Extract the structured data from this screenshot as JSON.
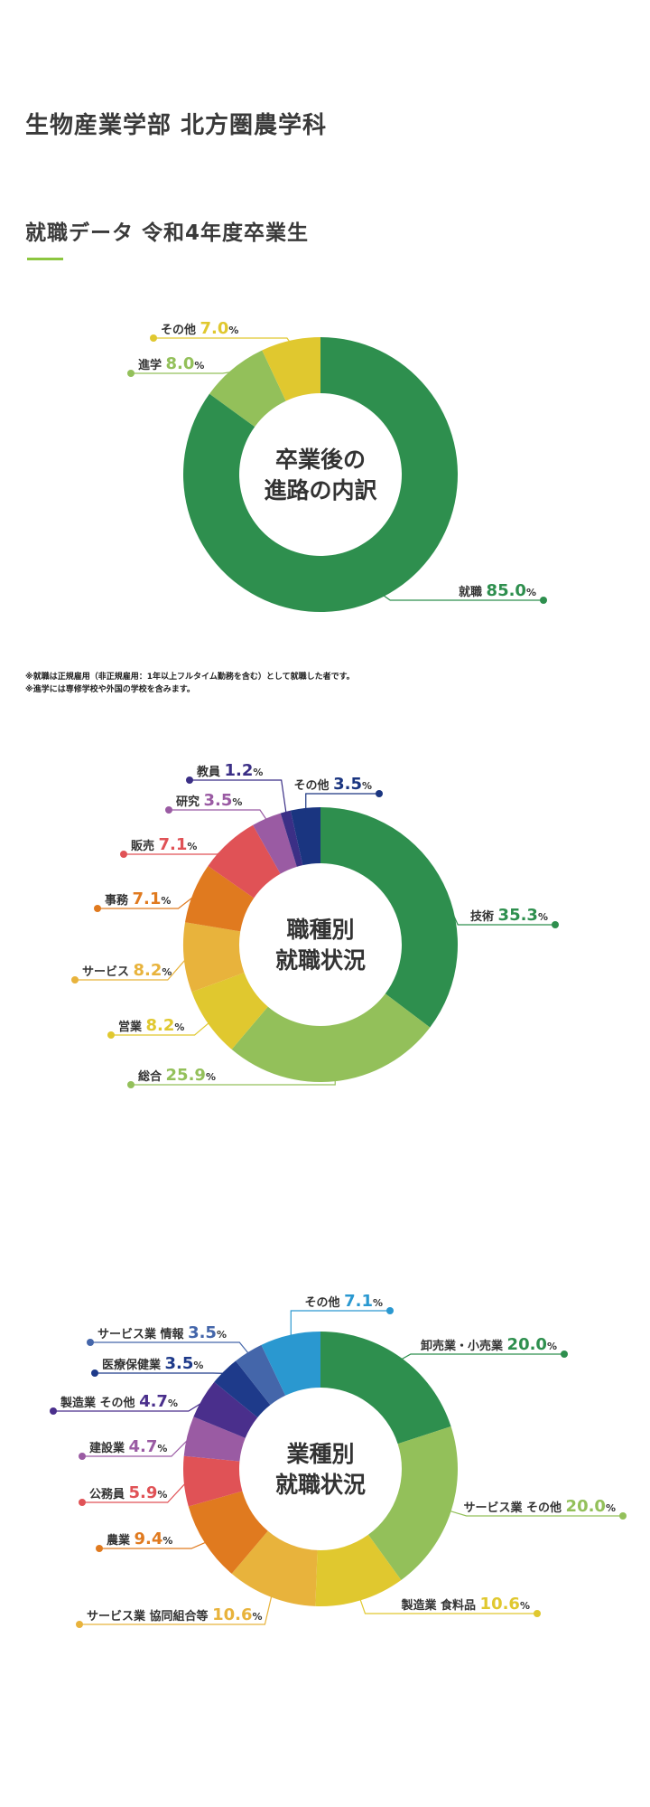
{
  "page_title": "生物産業学部 北方圏農学科",
  "section_title": "就職データ 令和4年度卒業生",
  "notes": [
    "※就職は正規雇用（非正規雇用：1年以上フルタイム勤務を含む）として就職した者です。",
    "※進学には専修学校や外国の学校を含みます。"
  ],
  "colors": {
    "accent_green": "#8cc63f"
  },
  "chart_data": [
    {
      "type": "pie",
      "center_label": [
        "卒業後の",
        "進路の内訳"
      ],
      "unit": "%",
      "slices": [
        {
          "label": "就職",
          "value": 85.0,
          "display": "85.0",
          "color": "#2e8f4e"
        },
        {
          "label": "進学",
          "value": 8.0,
          "display": "8.0",
          "color": "#93c05a"
        },
        {
          "label": "その他",
          "value": 7.0,
          "display": "7.0",
          "color": "#e0c82f"
        }
      ]
    },
    {
      "type": "pie",
      "center_label": [
        "職種別",
        "就職状況"
      ],
      "unit": "%",
      "slices": [
        {
          "label": "技術",
          "value": 35.3,
          "display": "35.3",
          "color": "#2e8f4e"
        },
        {
          "label": "総合",
          "value": 25.9,
          "display": "25.9",
          "color": "#93c05a"
        },
        {
          "label": "営業",
          "value": 8.2,
          "display": "8.2",
          "color": "#e0c82f"
        },
        {
          "label": "サービス",
          "value": 8.2,
          "display": "8.2",
          "color": "#e8b33c"
        },
        {
          "label": "事務",
          "value": 7.1,
          "display": "7.1",
          "color": "#e07a1f"
        },
        {
          "label": "販売",
          "value": 7.1,
          "display": "7.1",
          "color": "#e05256"
        },
        {
          "label": "研究",
          "value": 3.5,
          "display": "3.5",
          "color": "#9a5ba3"
        },
        {
          "label": "教員",
          "value": 1.2,
          "display": "1.2",
          "color": "#3b2f86"
        },
        {
          "label": "その他",
          "value": 3.5,
          "display": "3.5",
          "color": "#1a3580"
        }
      ]
    },
    {
      "type": "pie",
      "center_label": [
        "業種別",
        "就職状況"
      ],
      "unit": "%",
      "slices": [
        {
          "label": "卸売業・小売業",
          "value": 20.0,
          "display": "20.0",
          "color": "#2e8f4e"
        },
        {
          "label": "サービス業 その他",
          "value": 20.0,
          "display": "20.0",
          "color": "#93c05a"
        },
        {
          "label": "製造業 食料品",
          "value": 10.6,
          "display": "10.6",
          "color": "#e0c82f"
        },
        {
          "label": "サービス業 協同組合等",
          "value": 10.6,
          "display": "10.6",
          "color": "#e8b33c"
        },
        {
          "label": "農業",
          "value": 9.4,
          "display": "9.4",
          "color": "#e07a1f"
        },
        {
          "label": "公務員",
          "value": 5.9,
          "display": "5.9",
          "color": "#e05256"
        },
        {
          "label": "建設業",
          "value": 4.7,
          "display": "4.7",
          "color": "#9a5ba3"
        },
        {
          "label": "製造業 その他",
          "value": 4.7,
          "display": "4.7",
          "color": "#4a2f8c"
        },
        {
          "label": "医療保健業",
          "value": 3.5,
          "display": "3.5",
          "color": "#1e3a8a"
        },
        {
          "label": "サービス業 情報",
          "value": 3.5,
          "display": "3.5",
          "color": "#4466aa"
        },
        {
          "label": "その他",
          "value": 7.1,
          "display": "7.1",
          "color": "#2a98d0"
        }
      ]
    }
  ]
}
